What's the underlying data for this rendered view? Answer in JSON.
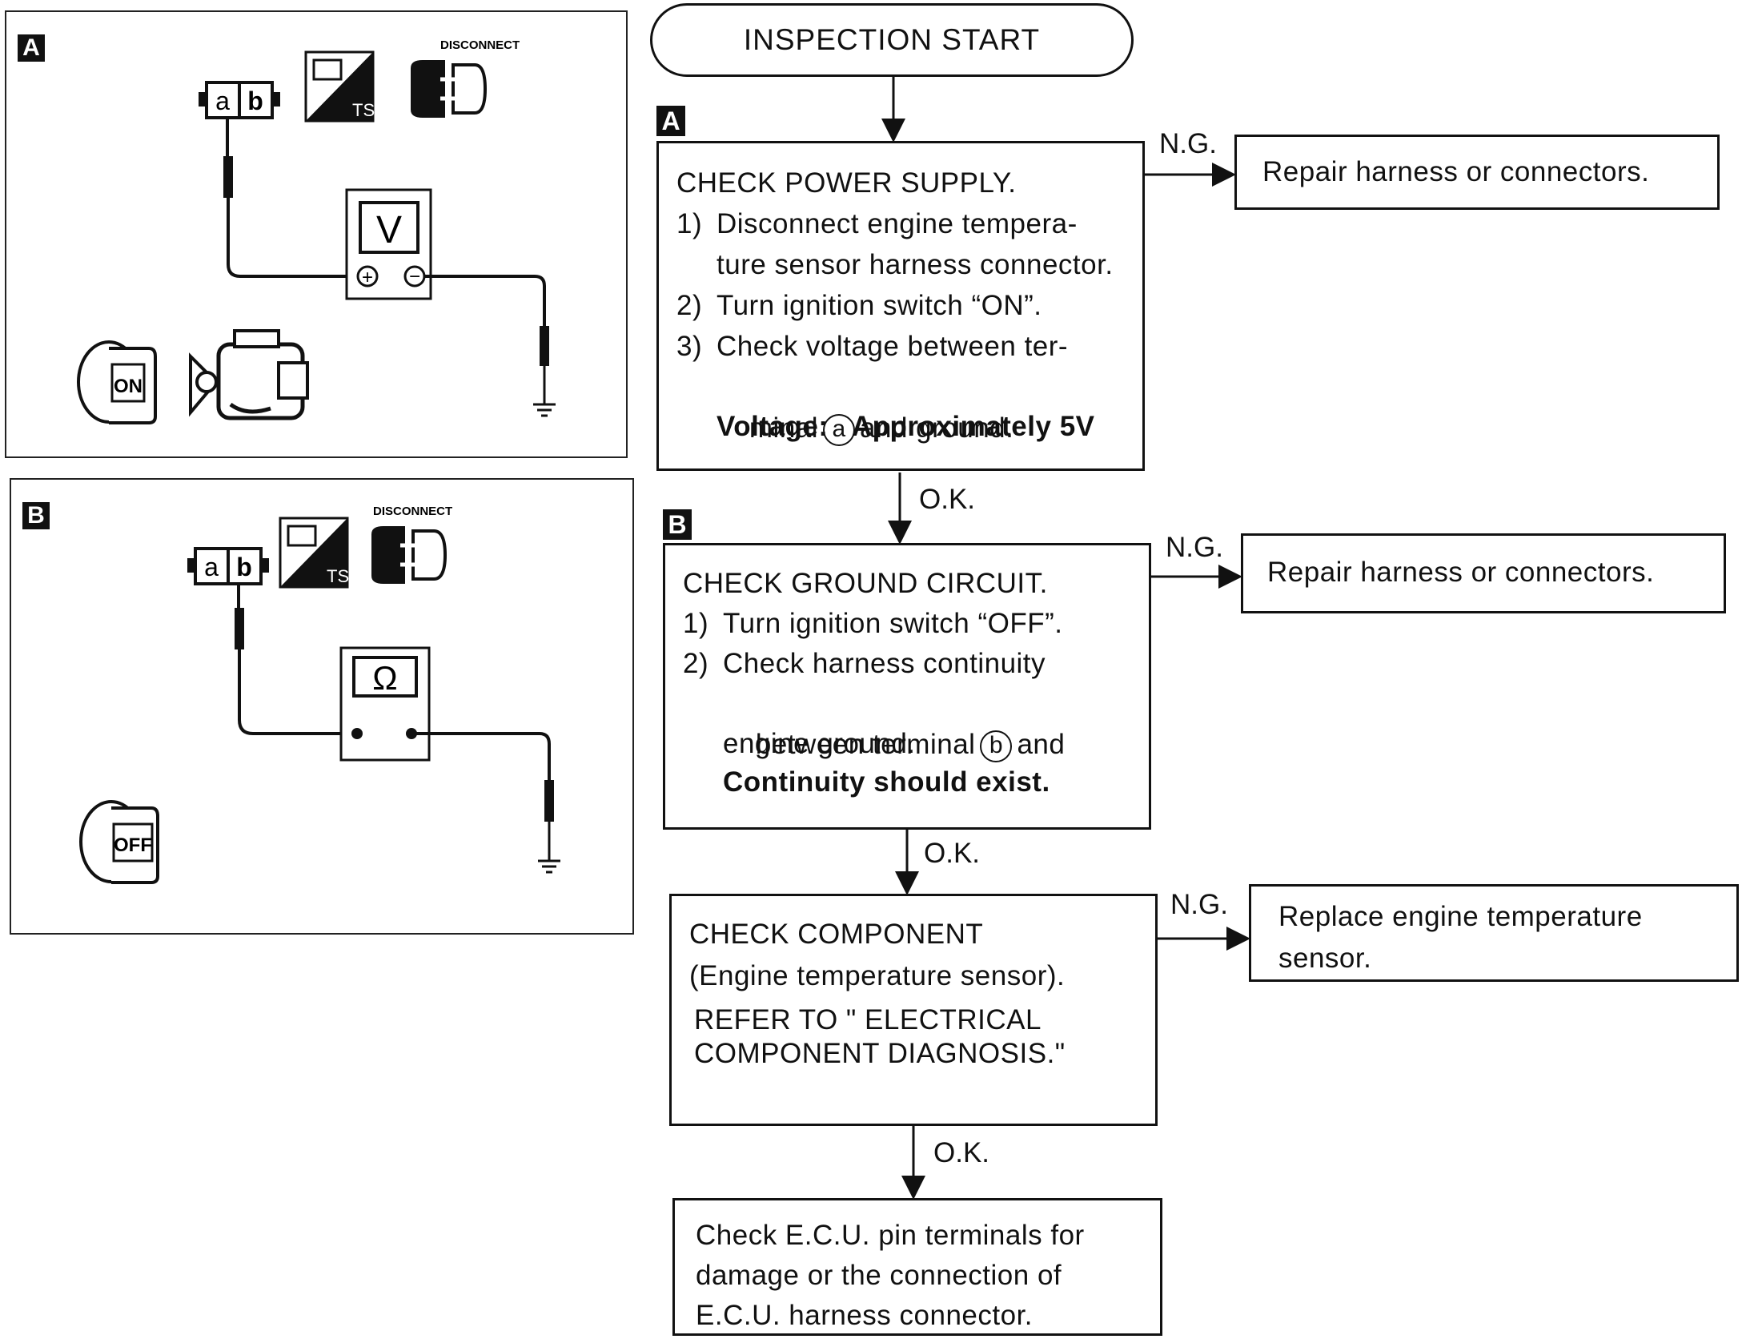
{
  "start_label": "INSPECTION START",
  "tags": {
    "a": "A",
    "b": "B"
  },
  "panel_a": {
    "terminals": [
      "a",
      "b"
    ],
    "ts_label": "TS",
    "disconnect_label": "DISCONNECT",
    "meter_label": "V",
    "plus": "+",
    "minus": "−",
    "key_label": "ON"
  },
  "panel_b": {
    "terminals": [
      "a",
      "b"
    ],
    "ts_label": "TS",
    "disconnect_label": "DISCONNECT",
    "meter_label": "Ω",
    "key_label": "OFF"
  },
  "step_a": {
    "title": "CHECK POWER SUPPLY.",
    "n1": "1)",
    "l1a": "Disconnect engine tempera-",
    "l1b": "ture sensor harness connector.",
    "n2": "2)",
    "l2": "Turn ignition switch “ON”.",
    "n3": "3)",
    "l3a": "Check voltage between ter-",
    "l3b_pre": "minal",
    "l3b_term": "a",
    "l3b_post": "and ground.",
    "spec": "Voltage:   Approximately 5V"
  },
  "step_b": {
    "title": "CHECK GROUND CIRCUIT.",
    "n1": "1)",
    "l1": "Turn ignition switch “OFF”.",
    "n2": "2)",
    "l2a": "Check harness continuity",
    "l2b_pre": "between terminal",
    "l2b_term": "b",
    "l2b_post": "and",
    "l2c": "engine ground.",
    "spec": "Continuity should exist."
  },
  "step_c": {
    "title": "CHECK COMPONENT",
    "sub": "(Engine temperature sensor).",
    "ref1": "REFER TO \" ELECTRICAL",
    "ref2": "COMPONENT DIAGNOSIS.\""
  },
  "final": {
    "l1": "Check E.C.U. pin terminals for",
    "l2": "damage or the connection of",
    "l3": "E.C.U. harness connector."
  },
  "ng_label": "N.G.",
  "ok_label": "O.K.",
  "result_a": "Repair harness or connectors.",
  "result_b": "Repair harness or connectors.",
  "result_c1": "Replace engine temperature",
  "result_c2": "sensor."
}
